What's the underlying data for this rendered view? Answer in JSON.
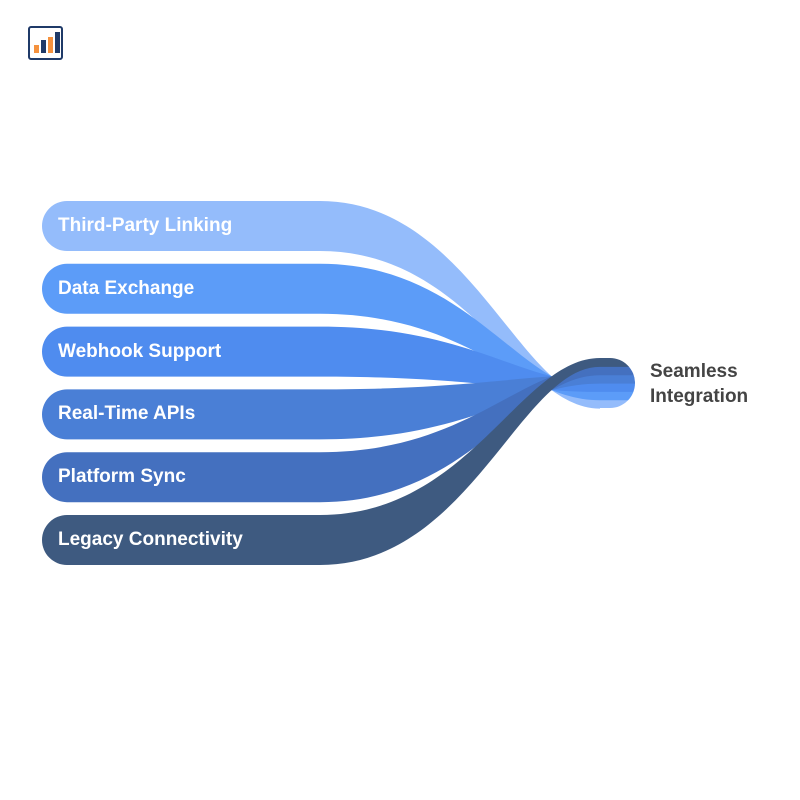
{
  "logo": {
    "icon": "bar-chart-logo-icon",
    "colors": [
      "#f5923e",
      "#1f3a68"
    ]
  },
  "sources": [
    {
      "label": "Third-Party Linking",
      "color": "#94bcfb"
    },
    {
      "label": "Data Exchange",
      "color": "#5c9cf8"
    },
    {
      "label": "Webhook Support",
      "color": "#4f8cef"
    },
    {
      "label": "Real-Time APIs",
      "color": "#4a7fd6"
    },
    {
      "label": "Platform Sync",
      "color": "#4470bf"
    },
    {
      "label": "Legacy Connectivity",
      "color": "#3e5a80"
    }
  ],
  "target": {
    "label": "Seamless Integration"
  }
}
